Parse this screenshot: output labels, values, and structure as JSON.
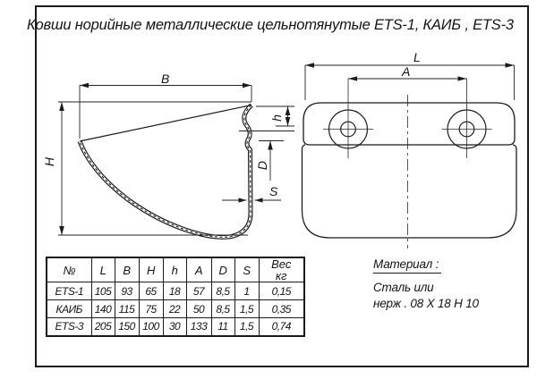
{
  "title": "Ковши норийные металлические цельнотянутые  ETS-1,  КАИБ , ETS-3",
  "dim_labels": {
    "B": "B",
    "H": "H",
    "h": "h",
    "D": "D",
    "S": "S",
    "L": "L",
    "A": "A"
  },
  "table": {
    "headers": [
      "№",
      "L",
      "B",
      "H",
      "h",
      "A",
      "D",
      "S"
    ],
    "weight_header_line1": "Вес",
    "weight_header_line2": "кг",
    "rows": [
      {
        "cells": [
          "ETS-1",
          "105",
          "93",
          "65",
          "18",
          "57",
          "8,5",
          "1",
          "0,15"
        ]
      },
      {
        "cells": [
          "КАИБ",
          "140",
          "115",
          "75",
          "22",
          "50",
          "8,5",
          "1,5",
          "0,35"
        ]
      },
      {
        "cells": [
          "ETS-3",
          "205",
          "150",
          "100",
          "30",
          "133",
          "11",
          "1,5",
          "0,74"
        ]
      }
    ]
  },
  "material": {
    "heading": "Материал :",
    "line1": "Сталь или",
    "line2": "нерж .  08 Х 18 Н 10"
  },
  "colors": {
    "ink": "#1b1b1b",
    "background": "#ffffff"
  }
}
